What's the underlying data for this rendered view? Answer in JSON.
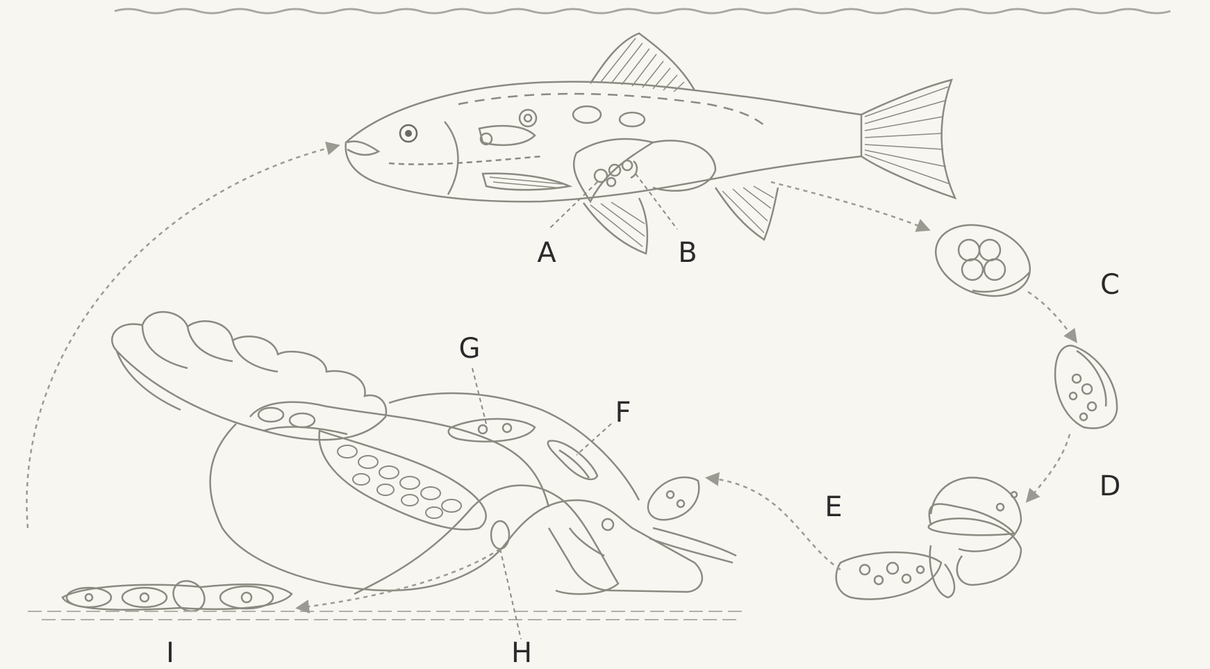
{
  "diagram": {
    "stroke_color": "#8a8a80",
    "dark_stroke": "#6a6a62",
    "arrow_color": "#9a9a92",
    "labels": {
      "A": "A",
      "B": "B",
      "C": "C",
      "D": "D",
      "E": "E",
      "F": "F",
      "G": "G",
      "H": "H",
      "I": "I"
    }
  }
}
